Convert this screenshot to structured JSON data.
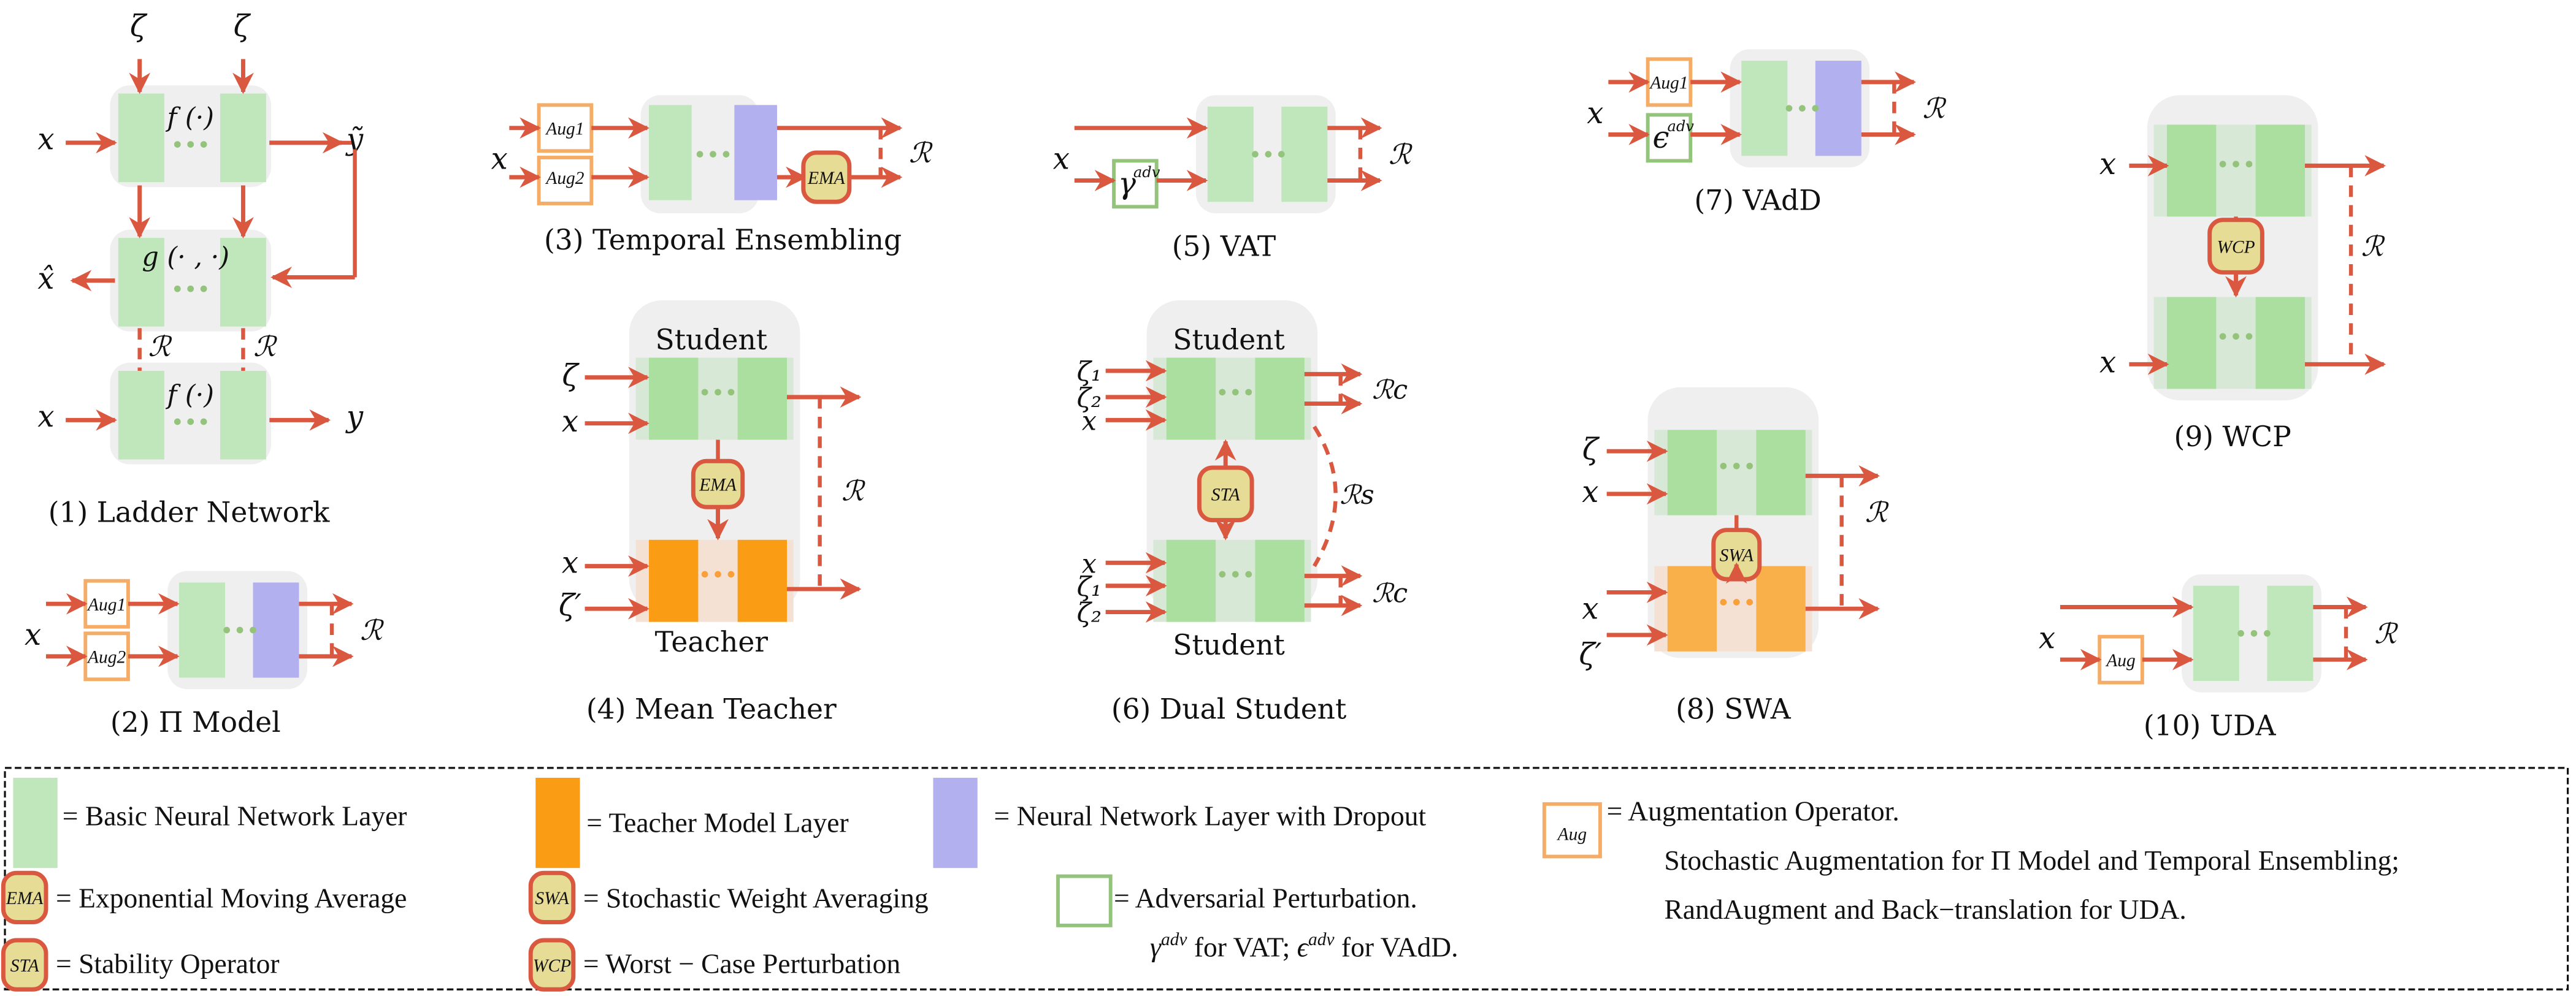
{
  "colors": {
    "arrow": "#d9583f",
    "basic_layer": "#bfe7bb",
    "basic_layer_strong": "#abdfa0",
    "basic_band": "#d8e8d6",
    "teacher_layer": "#fb9d14",
    "teacher_layer_soft": "#f9b04a",
    "teacher_band": "#f5e1d3",
    "dropout_layer": "#b3b0f0",
    "module_bg": "#efefef",
    "aug_border": "#f5ac66",
    "adv_border": "#94c47c",
    "operator_fill": "#e6dc96",
    "operator_border": "#d9583f",
    "dots_green": "#94c47c",
    "dots_orange": "#f9a03a"
  },
  "panels": [
    {
      "id": "ladder",
      "caption": "(1) Ladder Network",
      "labels": {
        "zeta_left": "ζ",
        "zeta_right": "ζ",
        "x_top": "x",
        "f_top": "f (·)",
        "y_tilde": "ỹ",
        "g": "g (· , ·)",
        "x_hat": "x̂",
        "r_left": "ℛ",
        "r_right": "ℛ",
        "x_bottom": "x",
        "f_bottom": "f (·)",
        "y": "y"
      }
    },
    {
      "id": "pi-model",
      "caption": "(2) Π Model",
      "labels": {
        "x": "x",
        "aug1": "Aug1",
        "aug2": "Aug2",
        "r": "ℛ"
      }
    },
    {
      "id": "temporal-ensembling",
      "caption": "(3) Temporal Ensembling",
      "labels": {
        "x": "x",
        "aug1": "Aug1",
        "aug2": "Aug2",
        "ema": "EMA",
        "r": "ℛ"
      }
    },
    {
      "id": "mean-teacher",
      "caption": "(4) Mean Teacher",
      "labels": {
        "student": "Student",
        "teacher": "Teacher",
        "zeta": "ζ",
        "x1": "x",
        "x2": "x",
        "zeta_prime": "ζ′",
        "ema": "EMA",
        "r": "ℛ"
      }
    },
    {
      "id": "vat",
      "caption": "(5) VAT",
      "labels": {
        "x": "x",
        "gamma": "γ",
        "adv": "adv",
        "r": "ℛ"
      }
    },
    {
      "id": "dual-student",
      "caption": "(6) Dual Student",
      "labels": {
        "student_top": "Student",
        "student_bottom": "Student",
        "zeta1_a": "ζ₁",
        "zeta2_a": "ζ₂",
        "x_a": "x",
        "x_b": "x",
        "zeta1_b": "ζ₁",
        "zeta2_b": "ζ₂",
        "sta": "STA",
        "rc_top": "ℛc",
        "rc_bottom": "ℛc",
        "rs": "ℛs"
      }
    },
    {
      "id": "vadd",
      "caption": "(7) VAdD",
      "labels": {
        "x": "x",
        "aug1": "Aug1",
        "epsilon": "ϵ",
        "adv": "adv",
        "r": "ℛ"
      }
    },
    {
      "id": "swa",
      "caption": "(8) SWA",
      "labels": {
        "zeta": "ζ",
        "x1": "x",
        "x2": "x",
        "zeta_prime": "ζ′",
        "swa": "SWA",
        "r": "ℛ"
      }
    },
    {
      "id": "wcp",
      "caption": "(9) WCP",
      "labels": {
        "x1": "x",
        "x2": "x",
        "wcp": "WCP",
        "r": "ℛ"
      }
    },
    {
      "id": "uda",
      "caption": "(10) UDA",
      "labels": {
        "x": "x",
        "aug": "Aug",
        "r": "ℛ"
      }
    }
  ],
  "legend": {
    "basic_layer": "= Basic Neural Network Layer",
    "teacher_layer": "= Teacher Model Layer",
    "dropout_layer": "=  Neural Network Layer with Dropout",
    "aug_symbol": "Aug",
    "aug_desc": "= Augmentation Operator.",
    "aug_note1": "Stochastic Augmentation for Π Model and Temporal Ensembling;",
    "aug_note2": "RandAugment and Back−translation for UDA.",
    "ema_symbol": "EMA",
    "ema_desc": "= Exponential Moving Average",
    "swa_symbol": "SWA",
    "swa_desc": "= Stochastic Weight Averaging",
    "adv_desc": "= Adversarial Perturbation.",
    "adv_note_gamma": "γ",
    "adv_note_sup1": "adv",
    "adv_note_mid": " for VAT; ",
    "adv_note_eps": "ϵ",
    "adv_note_sup2": "adv",
    "adv_note_end": " for VAdD.",
    "sta_symbol": "STA",
    "sta_desc": "= Stability Operator",
    "wcp_symbol": "WCP",
    "wcp_desc": "= Worst − Case Perturbation"
  }
}
